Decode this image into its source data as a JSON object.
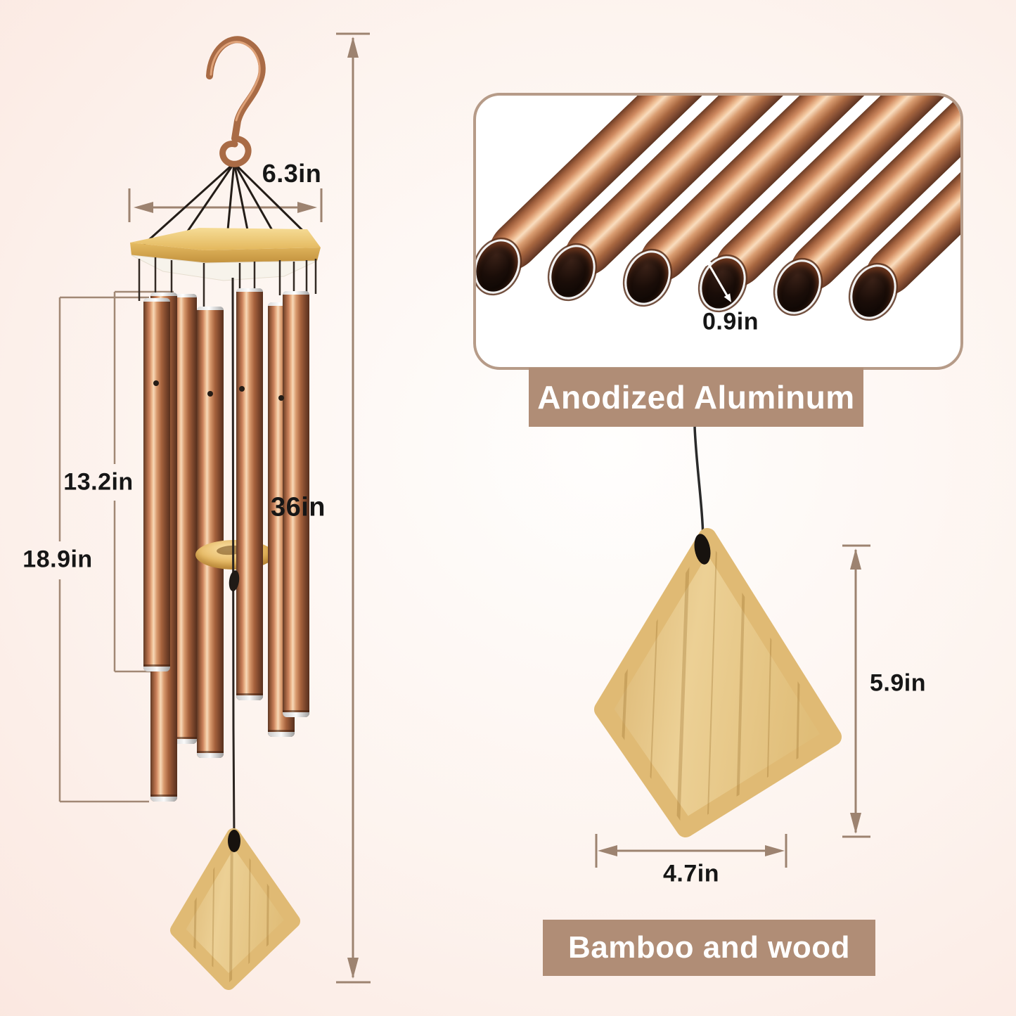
{
  "title": "Wind chime dimensions infographic",
  "left_diagram": {
    "hanger_width_label": "6.3in",
    "total_height_label": "36in",
    "short_tube_label": "13.2in",
    "long_tube_label": "18.9in"
  },
  "right_top": {
    "diameter_label": "0.9in",
    "material_banner": "Anodized Aluminum"
  },
  "right_bottom": {
    "sail_height_label": "5.9in",
    "sail_width_label": "4.7in",
    "material_banner": "Bamboo and wood"
  },
  "colors": {
    "banner": "#b08d76",
    "dimension_line": "#9d8370",
    "label_text": "#161616",
    "copper_highlight": "#f7d9b8",
    "copper_dark": "#5e3926",
    "bamboo": "#e7c687",
    "wood_plate": "#eec66e",
    "background_edge": "#f7dcd3"
  }
}
